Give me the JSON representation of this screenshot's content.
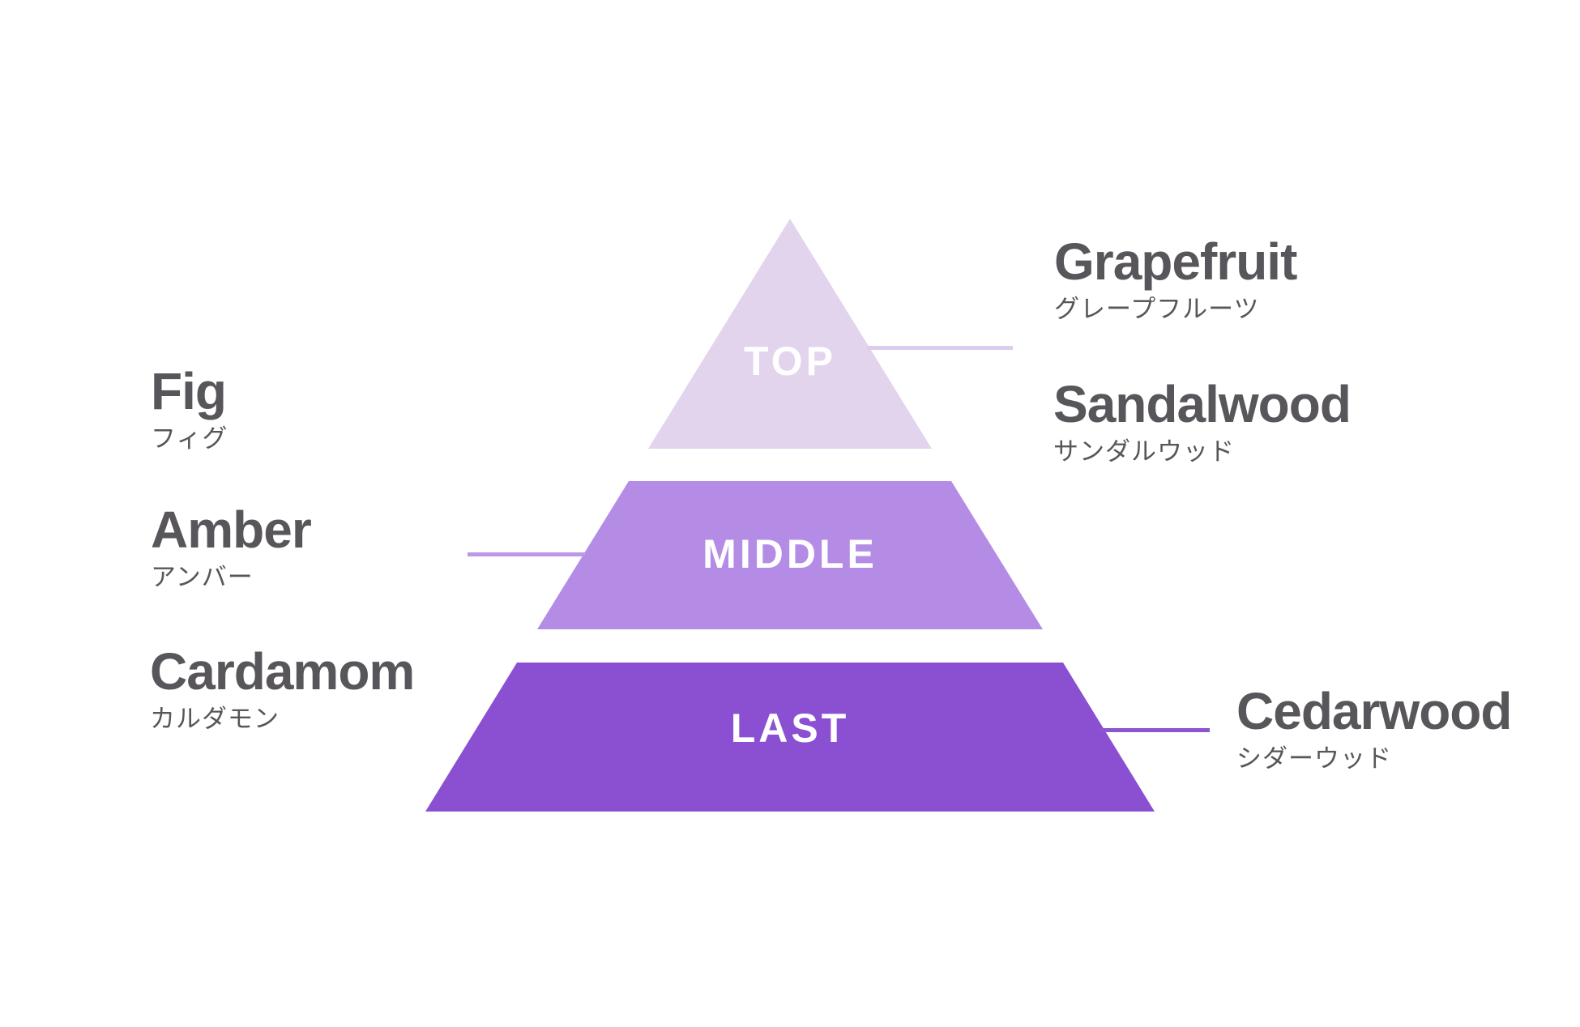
{
  "background": "#ffffff",
  "text_color": "#58565a",
  "pyramid": {
    "tiers": [
      {
        "label": "TOP",
        "fill": "#e3d4ee",
        "label_color": "#ffffff"
      },
      {
        "label": "MIDDLE",
        "fill": "#b58ce5",
        "label_color": "#ffffff"
      },
      {
        "label": "LAST",
        "fill": "#8b50d2",
        "label_color": "#ffffff"
      }
    ]
  },
  "left_labels": [
    {
      "name": "Fig",
      "ja": "フィグ"
    },
    {
      "name": "Amber",
      "ja": "アンバー"
    },
    {
      "name": "Cardamom",
      "ja": "カルダモン"
    }
  ],
  "right_labels": [
    {
      "name": "Grapefruit",
      "ja": "グレープフルーツ"
    },
    {
      "name": "Sandalwood",
      "ja": "サンダルウッド"
    },
    {
      "name": "Cedarwood",
      "ja": "シダーウッド"
    }
  ],
  "connectors": [
    {
      "from": "TOP",
      "to": "Grapefruit",
      "color": "#deccec"
    },
    {
      "from": "MIDDLE",
      "to": "Amber",
      "color": "#bd97e8"
    },
    {
      "from": "LAST",
      "to": "Cedarwood",
      "color": "#8d55d0"
    }
  ]
}
